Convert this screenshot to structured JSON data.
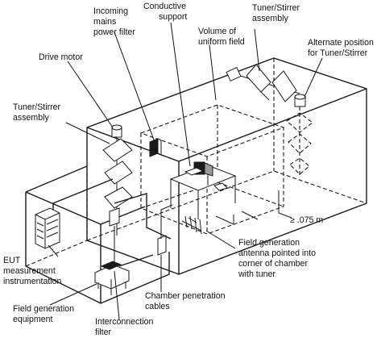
{
  "diagram": {
    "labels": {
      "incoming_mains_power_filter": [
        "Incoming",
        "mains",
        "power filter"
      ],
      "conductive_support": [
        "Conductive",
        "support"
      ],
      "volume_of_uniform_field": [
        "Volume of",
        "uniform field"
      ],
      "tuner_stirrer_top": [
        "Tuner/Stirrer",
        "assembly"
      ],
      "alternate_position": [
        "Alternate position",
        "for Tuner/Stirrer"
      ],
      "drive_motor": [
        "Drive motor"
      ],
      "tuner_stirrer_left": [
        "Tuner/Stirrer",
        "assembly"
      ],
      "distance": [
        "≥ .075 m"
      ],
      "field_generation_antenna": [
        "Field generation",
        "antenna pointed into",
        "corner of chamber",
        "with tuner"
      ],
      "eut_measurement": [
        "EUT",
        "measurement",
        "instrumentation"
      ],
      "chamber_penetration_cables": [
        "Chamber penetration",
        "cables"
      ],
      "field_generation_equipment": [
        "Field generation",
        "equipment"
      ],
      "interconnection_filter": [
        "Interconnection",
        "filter"
      ]
    },
    "colors": {
      "line": "#1a1a1a",
      "background": "#ffffff"
    }
  }
}
